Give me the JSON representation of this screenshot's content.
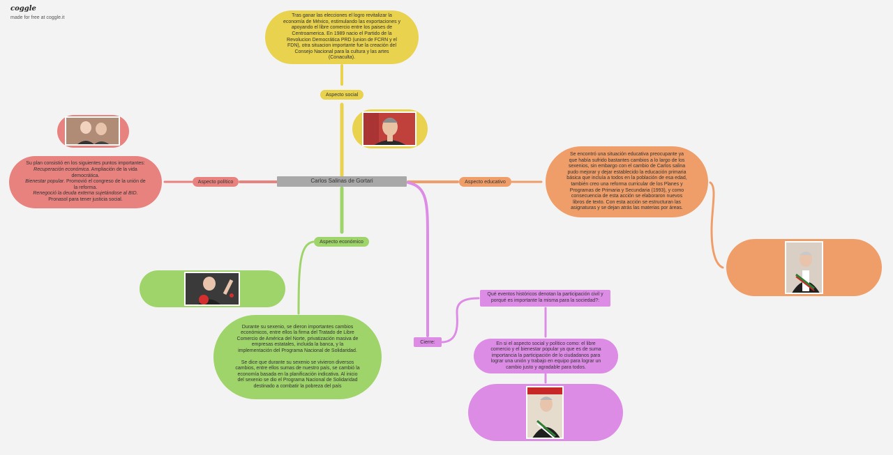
{
  "brand": {
    "logo": "coggle",
    "tagline": "made for free at coggle.it"
  },
  "colors": {
    "social": "#e8d24e",
    "politico": "#e8827f",
    "economico": "#9fd46a",
    "educativo": "#ef9e69",
    "cierre": "#dd8ce6",
    "center": "#a8a8a8"
  },
  "center": {
    "label": "Carlos Salinas de Gortari"
  },
  "social": {
    "label": "Aspecto social",
    "text": "Tras ganar las elecciones el logro revitalizar la economía de México, estimulando las exportaciones y apoyando el libre comercio entre los paises de Centroamerica. En 1989 nacio el Partido de la Revolucion Democrática PRD (union de FCRN y el FDN), otra situacion importante fue la creación del Consejo Nacional para la cultura y las artes (Conaculta)."
  },
  "politico": {
    "label": "Aspecto político",
    "intro": "Su plan consistió en los siguientes puntos importantes:",
    "p1_em": "Recuperación económica",
    "p1_rest": ". Ampliación de la vida democrática.",
    "p2_em": "Bienestar popular",
    "p2_rest": ". Promovió el congreso de la unión de la reforma.",
    "p3_em": "Renegoció la deuda externa sujetándose al BID",
    "p3_rest": ".",
    "p4": "Pronasol para tener justicia social."
  },
  "economico": {
    "label": "Aspecto económico",
    "text1": "Durante su sexenio, se dieron importantes cambios económicos, entre ellos la firma del Tratado de Libre Comercio de América del Norte, privatización masiva de empresas estatales, incluida la banca, y la implementación del Programa Nacional de Solidaridad.",
    "text2": "Se dice que durante su sexenio se vivieron diversos cambios, entre ellos sumas de nuestro país, se cambió la economía basada en la planificación indicativa. Al inicio del sexenio se dio el Programa Nacional de Solidaridad destinado a combatir la pobreza del país"
  },
  "educativo": {
    "label": "Aspecto educativo",
    "text": "Se encontró una situación educativa preocupante ya que había sufrido bastantes cambios a lo largo de los sexenios, sin embargo con el cambio de Carlos salina pudo mejorar y dejar establecido la educación primaria básica que incluía a todos en la población de esa edad, también creo una reforma curricular de los Planes y Programas de Primaria y Secundaria (1993), y como consecuencia de esta acción se elaboraron nuevos libros de texto. Con esta acción se estructuran las asignaturas y se dejan atrás las materias por áreas."
  },
  "cierre": {
    "label": "Cierre:",
    "question": "Qué eventos históricos denotan la participación civil y porqué es importante la misma para la sociedad?:",
    "answer": "En si el aspecto social y político como: el libre comercio y el bienestar popular ya que es de suma importancia la participación de lo ciudadanos para lograr una unión y trabajo en equipo para lograr un cambio justo y agradable para todos."
  }
}
